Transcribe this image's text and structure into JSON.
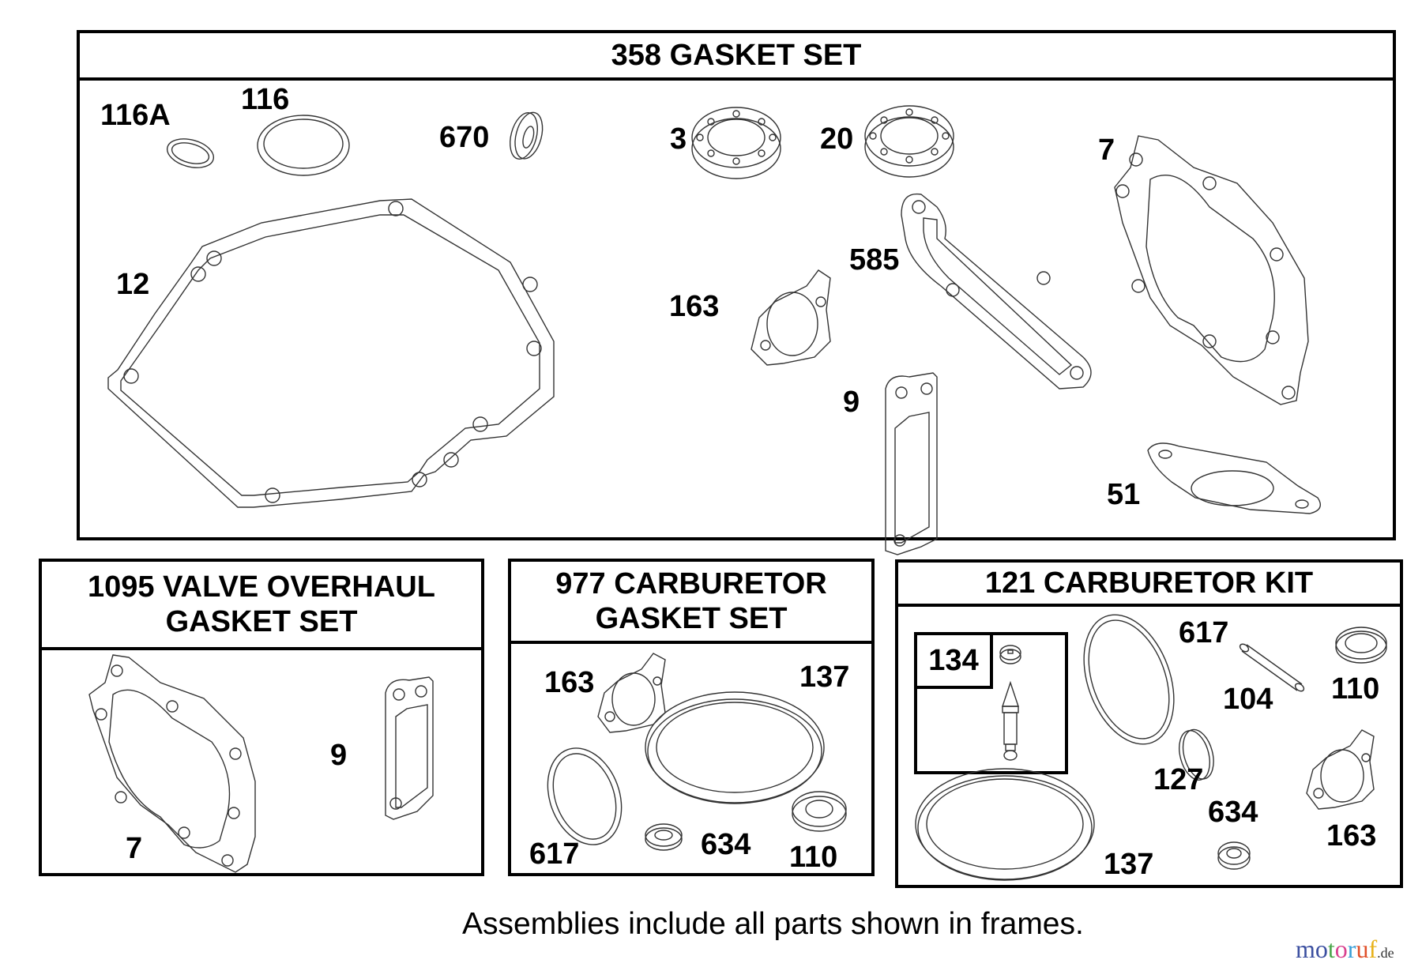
{
  "frames": {
    "gasket_set": {
      "title": "358 GASKET SET",
      "labels": [
        "116A",
        "116",
        "670",
        "3",
        "20",
        "7",
        "12",
        "585",
        "163",
        "9",
        "51"
      ]
    },
    "valve_overhaul": {
      "title_line1": "1095 VALVE OVERHAUL",
      "title_line2": "GASKET SET",
      "labels": [
        "7",
        "9"
      ]
    },
    "carb_gasket_set": {
      "title_line1": "977 CARBURETOR",
      "title_line2": "GASKET SET",
      "labels": [
        "163",
        "137",
        "617",
        "634",
        "110"
      ]
    },
    "carb_kit": {
      "title": "121 CARBURETOR KIT",
      "subkit_label": "134",
      "labels": [
        "617",
        "104",
        "110",
        "127",
        "634",
        "163",
        "137"
      ]
    }
  },
  "caption": "Assemblies include all parts shown in frames.",
  "watermark": {
    "letters": [
      "m",
      "o",
      "t",
      "o",
      "r",
      "u",
      "f"
    ],
    "colors": [
      "#3b4fa0",
      "#3b4fa0",
      "#4aa64a",
      "#d9418f",
      "#3aa0d8",
      "#e0502a",
      "#e8b21a"
    ],
    "suffix": ".de"
  }
}
